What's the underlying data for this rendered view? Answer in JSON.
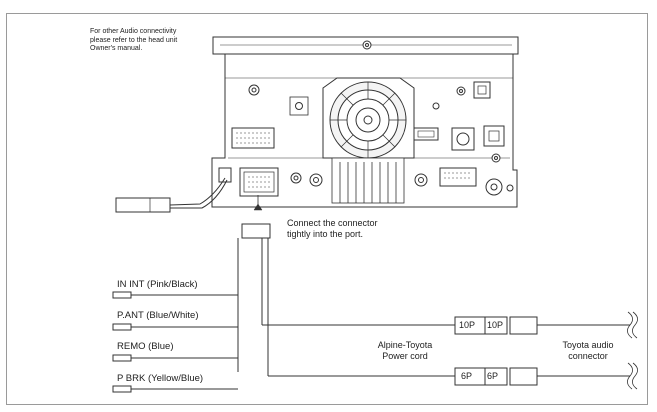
{
  "note": {
    "line1": "For other Audio connectivity",
    "line2": "please refer to the head unit",
    "line3": "Owner's manual."
  },
  "connect_instruction": {
    "line1": "Connect the connector",
    "line2": "tightly into the port."
  },
  "wires": [
    {
      "label": "IN INT (Pink/Black)"
    },
    {
      "label": "P.ANT (Blue/White)"
    },
    {
      "label": "REMO (Blue)"
    },
    {
      "label": "P BRK (Yellow/Blue)"
    }
  ],
  "connectors": {
    "upper_left": "10P",
    "upper_right": "10P",
    "lower_left": "6P",
    "lower_right": "6P"
  },
  "power_cord": {
    "line1": "Alpine-Toyota",
    "line2": "Power cord"
  },
  "audio_connector": {
    "line1": "Toyota audio",
    "line2": "connector"
  },
  "colors": {
    "line": "#333333",
    "frame": "#9a9a9a",
    "fill": "#ffffff",
    "fan_fill": "#f4f4f4"
  }
}
